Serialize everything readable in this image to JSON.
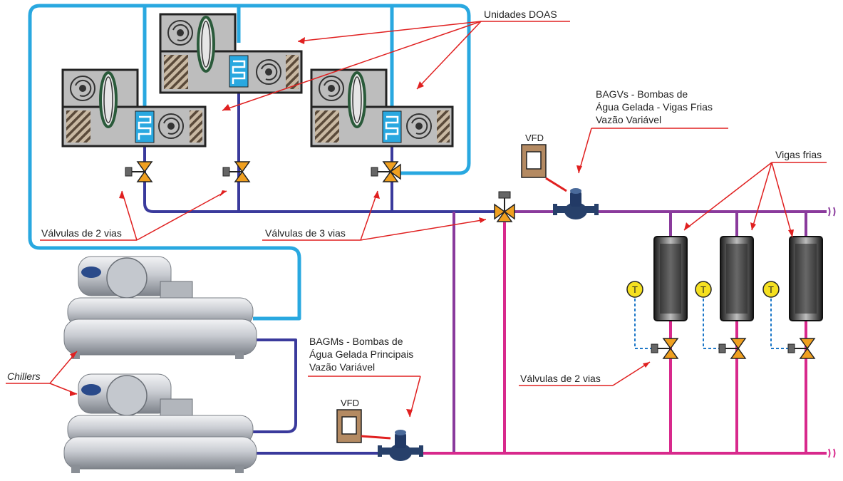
{
  "labels": {
    "doas": "Unidades DOAS",
    "bagv_line1": "BAGVs - Bombas de",
    "bagv_line2": "Água Gelada - Vigas Frias",
    "bagv_line3": "Vazão Variável",
    "vfd_top": "VFD",
    "vigas": "Vigas frias",
    "valv2_top": "Válvulas de 2 vias",
    "valv3": "Válvulas de 3 vias",
    "chillers": "Chillers",
    "bagm_line1": "BAGMs - Bombas de",
    "bagm_line2": "Água Gelada Principais",
    "bagm_line3": "Vazão Variável",
    "vfd_bottom": "VFD",
    "valv2_bottom": "Válvulas de 2 vias",
    "sensor_1": "T",
    "sensor_2": "T",
    "sensor_3": "T"
  },
  "colors": {
    "condenser_loop": "#29a8e0",
    "primary_loop": "#3a3a9c",
    "secondary_purple": "#8a3a9c",
    "beam_loop": "#d8298c",
    "leader": "#e02020",
    "valve": "#f0a020",
    "sensor": "#f5e020"
  },
  "icons": {
    "doas_unit": "air-handler-icon",
    "valve_2way": "two-way-valve-icon",
    "valve_3way": "three-way-valve-icon",
    "pump": "inline-pump-icon",
    "vfd": "variable-frequency-drive-icon",
    "beam": "chilled-beam-icon",
    "chiller": "chiller-icon",
    "sensor": "temperature-sensor-icon"
  }
}
